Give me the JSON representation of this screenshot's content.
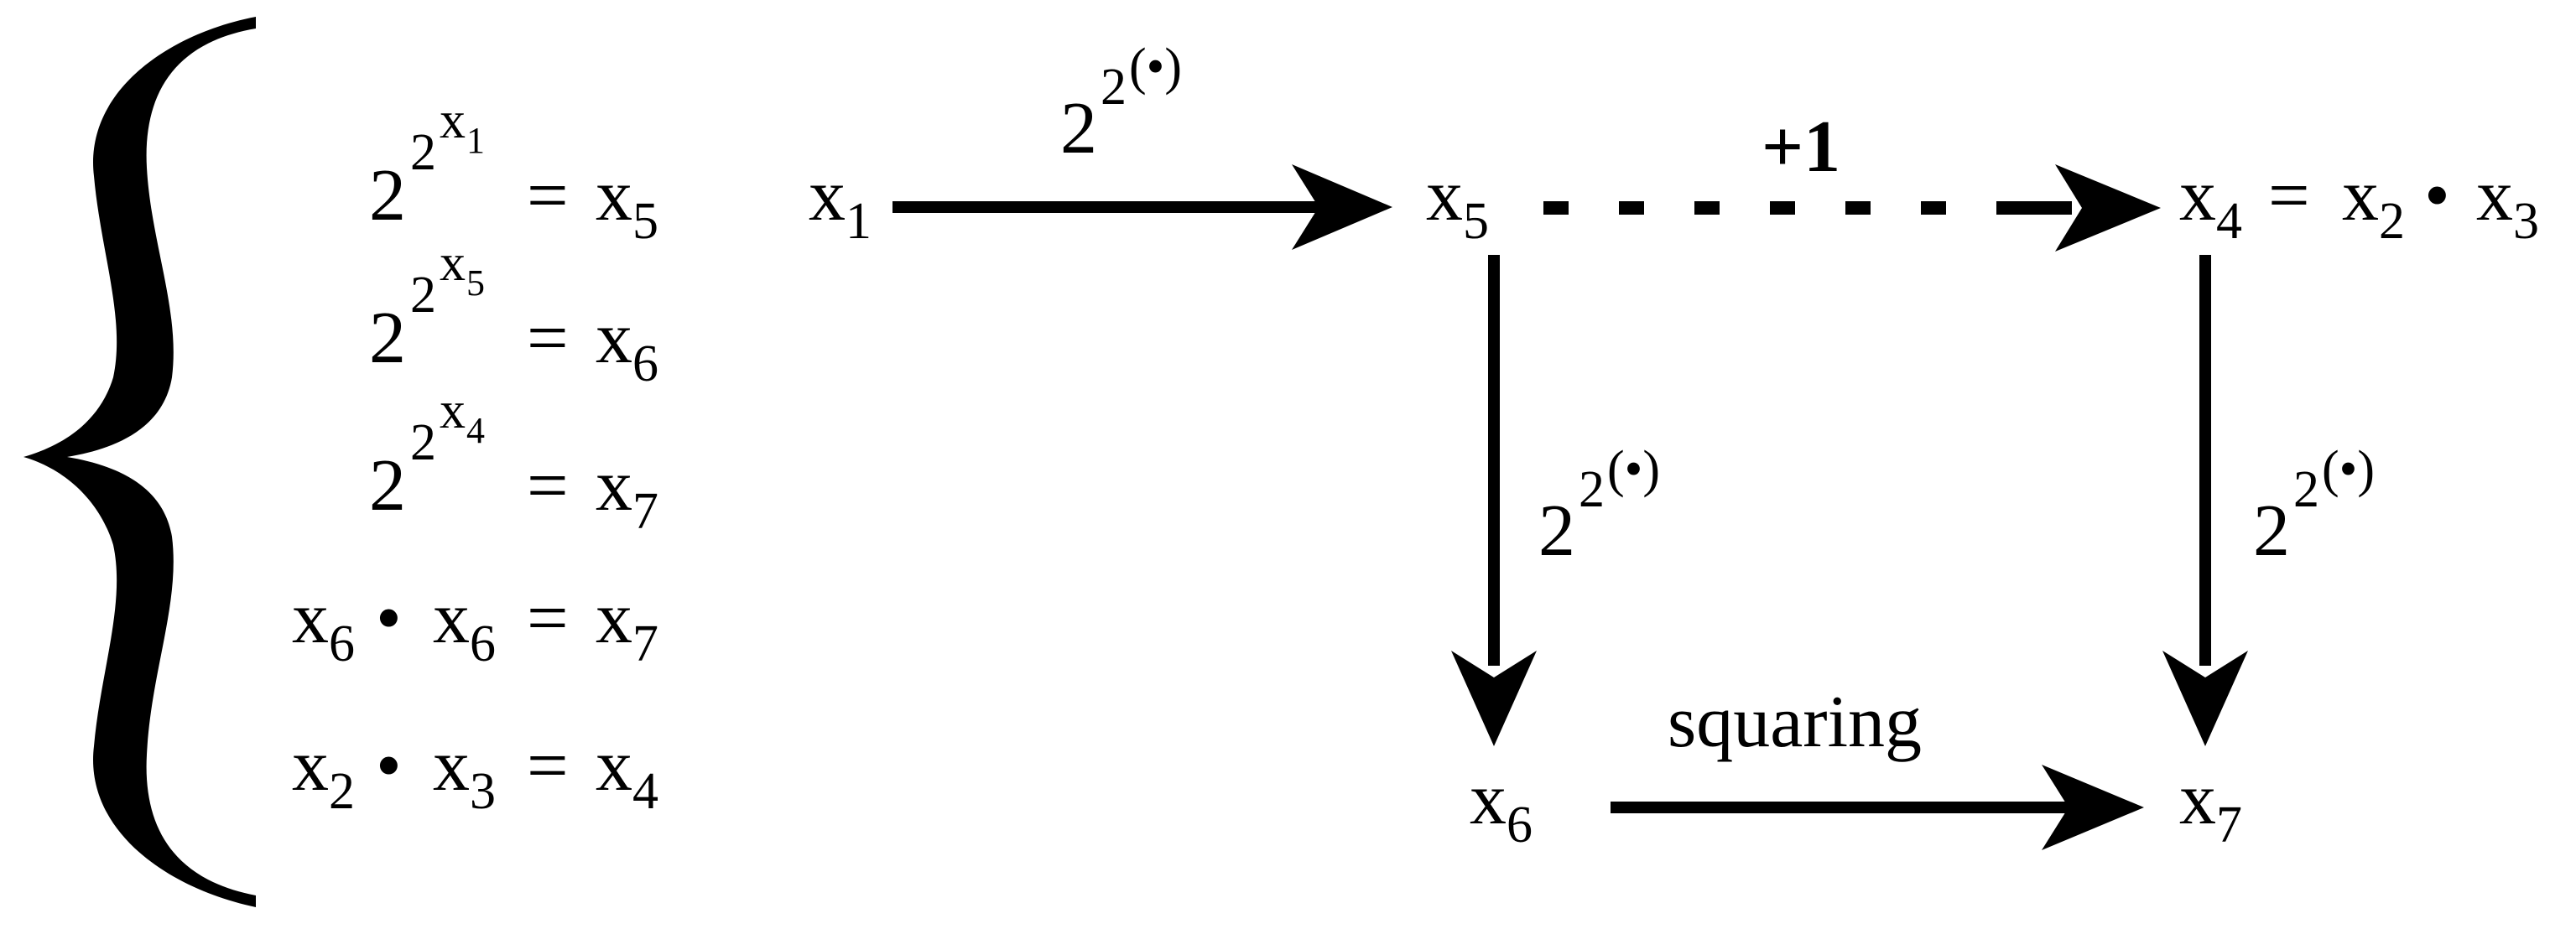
{
  "system": {
    "equations": [
      {
        "lhs_base": "2",
        "lhs_exp_base": "2",
        "lhs_exp_var": "x",
        "lhs_exp_sub": "1",
        "eq": "=",
        "rhs_var": "x",
        "rhs_sub": "5"
      },
      {
        "lhs_base": "2",
        "lhs_exp_base": "2",
        "lhs_exp_var": "x",
        "lhs_exp_sub": "5",
        "eq": "=",
        "rhs_var": "x",
        "rhs_sub": "6"
      },
      {
        "lhs_base": "2",
        "lhs_exp_base": "2",
        "lhs_exp_var": "x",
        "lhs_exp_sub": "4",
        "eq": "=",
        "rhs_var": "x",
        "rhs_sub": "7"
      }
    ],
    "products": [
      {
        "a_var": "x",
        "a_sub": "6",
        "dot": "•",
        "b_var": "x",
        "b_sub": "6",
        "eq": "=",
        "c_var": "x",
        "c_sub": "7"
      },
      {
        "a_var": "x",
        "a_sub": "2",
        "dot": "•",
        "b_var": "x",
        "b_sub": "3",
        "eq": "=",
        "c_var": "x",
        "c_sub": "4"
      }
    ]
  },
  "graph": {
    "nodes": {
      "x1": {
        "var": "x",
        "sub": "1"
      },
      "x5": {
        "var": "x",
        "sub": "5"
      },
      "x4": {
        "var": "x",
        "sub": "4",
        "eq": "=",
        "a_var": "x",
        "a_sub": "2",
        "dot": "•",
        "b_var": "x",
        "b_sub": "3"
      },
      "x6": {
        "var": "x",
        "sub": "6"
      },
      "x7": {
        "var": "x",
        "sub": "7"
      }
    },
    "edges": {
      "x1_x5": {
        "base": "2",
        "exp_base": "2",
        "exp_arg": "(•)"
      },
      "x5_x4": {
        "label": "+1"
      },
      "x5_x6": {
        "base": "2",
        "exp_base": "2",
        "exp_arg": "(•)"
      },
      "x4_x7": {
        "base": "2",
        "exp_base": "2",
        "exp_arg": "(•)"
      },
      "x6_x7": {
        "label": "squaring"
      }
    }
  }
}
